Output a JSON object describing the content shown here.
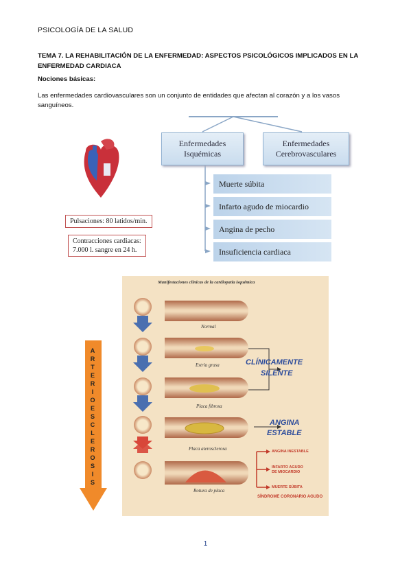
{
  "header": "PSICOLOGÍA DE LA SALUD",
  "title": "TEMA 7. LA REHABILITACIÓN DE LA ENFERMEDAD: ASPECTOS PSICOLÓGICOS IMPLICADOS EN LA ENFERMEDAD CARDIACA",
  "subheading": "Nociones básicas:",
  "paragraph": "Las enfermedades cardiovasculares son un conjunto de entidades que afectan al corazón y a los vasos sanguíneos.",
  "fig1": {
    "categories": [
      "Enfermedades Isquémicas",
      "Enfermedades Cerebrovasculares"
    ],
    "items": [
      "Muerte súbita",
      "Infarto agudo de miocardio",
      "Angina de pecho",
      "Insuficiencia cardiaca"
    ],
    "pulse": "Pulsaciones: 80 latidos/min.",
    "contractions_1": "Contracciones cardiacas:",
    "contractions_2": "7.000 l. sangre en 24 h."
  },
  "fig2": {
    "title": "Manifestaciones clínicas de la cardiopatía isquémica",
    "side_word_letters": [
      "A",
      "R",
      "T",
      "E",
      "R",
      "I",
      "O",
      "E",
      "S",
      "C",
      "L",
      "E",
      "R",
      "O",
      "S",
      "I",
      "S"
    ],
    "stages": [
      "Normal",
      "Estría grasa",
      "Placa fibrosa",
      "Placa aterosclerosa",
      "Rotura de placa"
    ],
    "silent_1": "CLÍNICAMENTE",
    "silent_2": "SILENTE",
    "stable_1": "ANGINA",
    "stable_2": "ESTABLE",
    "acute": [
      "ANGINA INESTABLE",
      "INFARTO AGUDO",
      "DE MIOCARDIO",
      "MUERTE SÚBITA"
    ],
    "syndrome": "SÍNDROME CORONARIO AGUDO"
  },
  "page_number": "1",
  "colors": {
    "accent_blue": "#2b4b9b",
    "accent_red": "#c23a2a",
    "box_blue": "#c9dcee"
  }
}
